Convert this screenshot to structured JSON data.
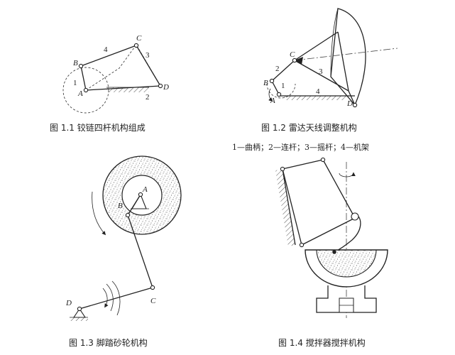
{
  "figures": [
    {
      "caption": "图 1.1   铰链四杆机构组成",
      "labels": {
        "A": "A",
        "B": "B",
        "C": "C",
        "D": "D"
      },
      "link_numbers": [
        "1",
        "2",
        "3",
        "4"
      ]
    },
    {
      "caption": "图 1.2   雷达天线调整机构",
      "labels": {
        "A": "A",
        "B": "B",
        "C": "C",
        "D": "D"
      },
      "link_numbers": [
        "1",
        "2",
        "3",
        "4"
      ],
      "legend": "1—曲柄；2—连杆；3—摇杆；4—机架"
    },
    {
      "caption": "图 1.3   脚踏砂轮机构",
      "labels": {
        "A": "A",
        "B": "B",
        "C": "C",
        "D": "D"
      }
    },
    {
      "caption": "图 1.4   搅拌器搅拌机构"
    }
  ]
}
